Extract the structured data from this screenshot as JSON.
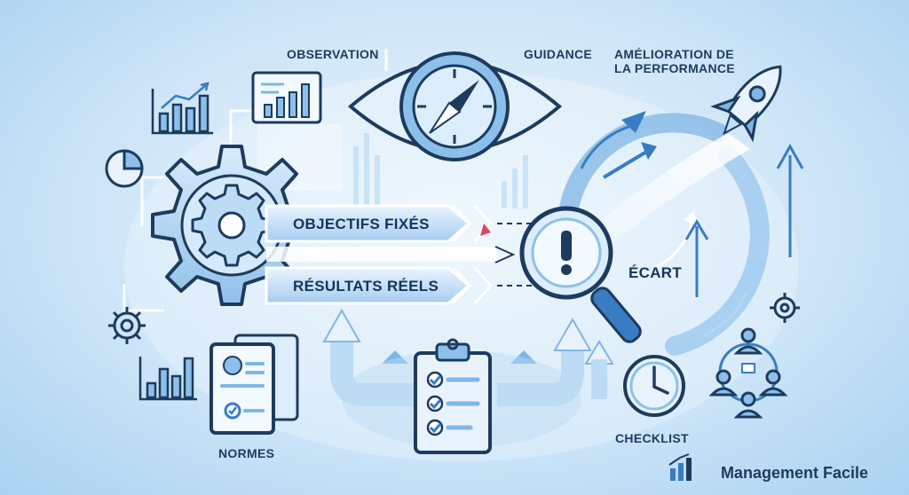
{
  "labels": {
    "observation": "OBSERVATION",
    "guidance": "GUIDANCE",
    "amelioration_line1": "AMÉLIORATION DE",
    "amelioration_line2": "LA PERFORMANCE",
    "objectifs": "OBJECTIFS FIXÉS",
    "resultats": "RÉSULTATS RÉELS",
    "ecart": "ÉCART",
    "normes": "NORMES",
    "checklist": "CHECKLIST"
  },
  "brand": {
    "name": "Management Facile"
  },
  "colors": {
    "primary": "#1d3b5e",
    "accent": "#4a8fd4",
    "light": "#a9d2f1",
    "alert": "#e0485a"
  },
  "icons": [
    "eye-compass-icon",
    "gear-icon",
    "magnifier-alert-icon",
    "rocket-icon",
    "clipboard-checklist-icon",
    "clock-icon",
    "team-network-icon",
    "document-icon",
    "bar-chart-icon",
    "pie-chart-icon",
    "logo-icon"
  ]
}
